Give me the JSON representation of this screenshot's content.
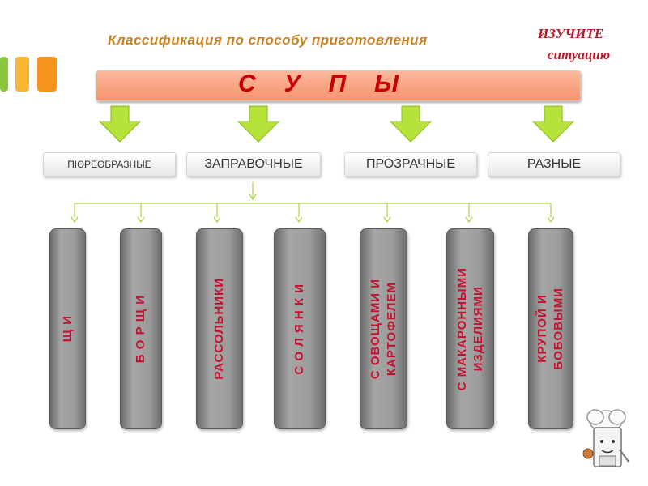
{
  "slide": {
    "subtitle": "Классификация  по способу  приготовления",
    "study_line1": "ИЗУЧИТЕ",
    "study_line2": "ситуацию",
    "main_letters": [
      "С",
      "У",
      "П",
      "Ы"
    ]
  },
  "categories": [
    "ПЮРЕОБРАЗНЫЕ",
    "ЗАПРАВОЧНЫЕ",
    "ПРОЗРАЧНЫЕ",
    "РАЗНЫЕ"
  ],
  "types": [
    "Щ И",
    "Б О Р Щ И",
    "РАССОЛЬНИКИ",
    "С О Л Я Н К И",
    "С  ОВОЩАМИ  И\nКАРТОФЕЛЕМ",
    "С  МАКАРОННЫМИ\nИЗДЕЛИЯМИ",
    "КРУПОЙ  И\nБОБОВЫМИ"
  ],
  "colors": {
    "accent_orange": "#c8801e",
    "main_red": "#cc0000",
    "arrow_green": "#b5e33a",
    "study_red": "#c0182a",
    "deco": [
      "#8cc63f",
      "#f7b733",
      "#f7931e"
    ]
  }
}
